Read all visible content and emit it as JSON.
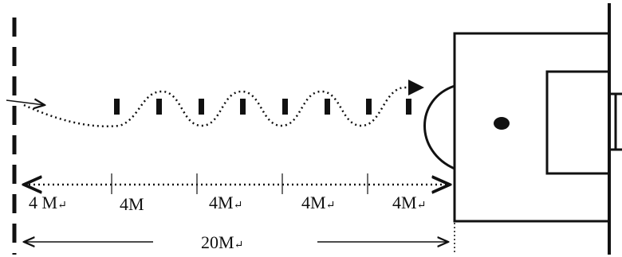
{
  "colors": {
    "ink": "#111111",
    "background": "#ffffff"
  },
  "segments": {
    "labels": [
      "4 M",
      "4M",
      "4M",
      "4M",
      "4M"
    ],
    "return_mark": "↵"
  },
  "total": {
    "label": "20M",
    "return_mark": "↵"
  },
  "icons": [
    "arrow-right-icon",
    "arrow-left-icon",
    "ball-dot-icon",
    "return-mark-icon"
  ]
}
